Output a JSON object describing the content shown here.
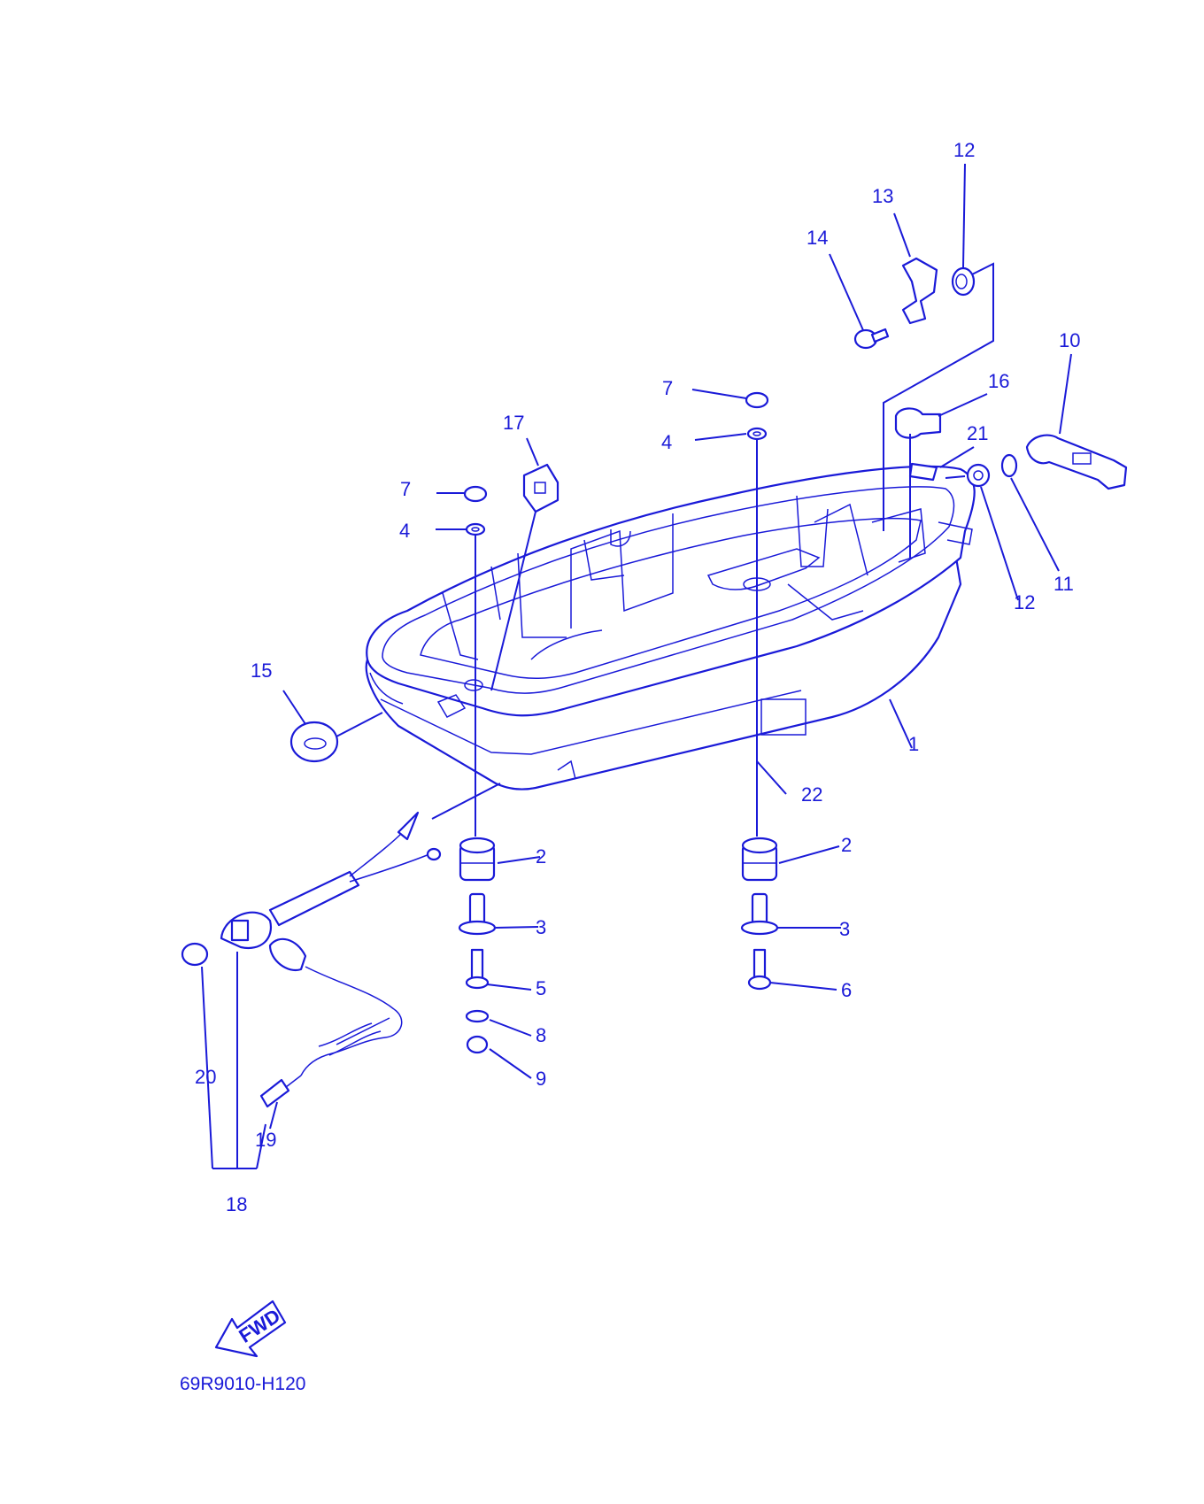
{
  "diagram": {
    "drawing_code": "69R9010-H120",
    "direction_label": "FWD",
    "accent_color": "#1a1ad8",
    "callouts": [
      "1",
      "2",
      "2",
      "3",
      "3",
      "4",
      "4",
      "5",
      "6",
      "7",
      "7",
      "8",
      "9",
      "10",
      "11",
      "12",
      "12",
      "13",
      "14",
      "15",
      "16",
      "17",
      "18",
      "19",
      "20",
      "21",
      "22"
    ]
  }
}
